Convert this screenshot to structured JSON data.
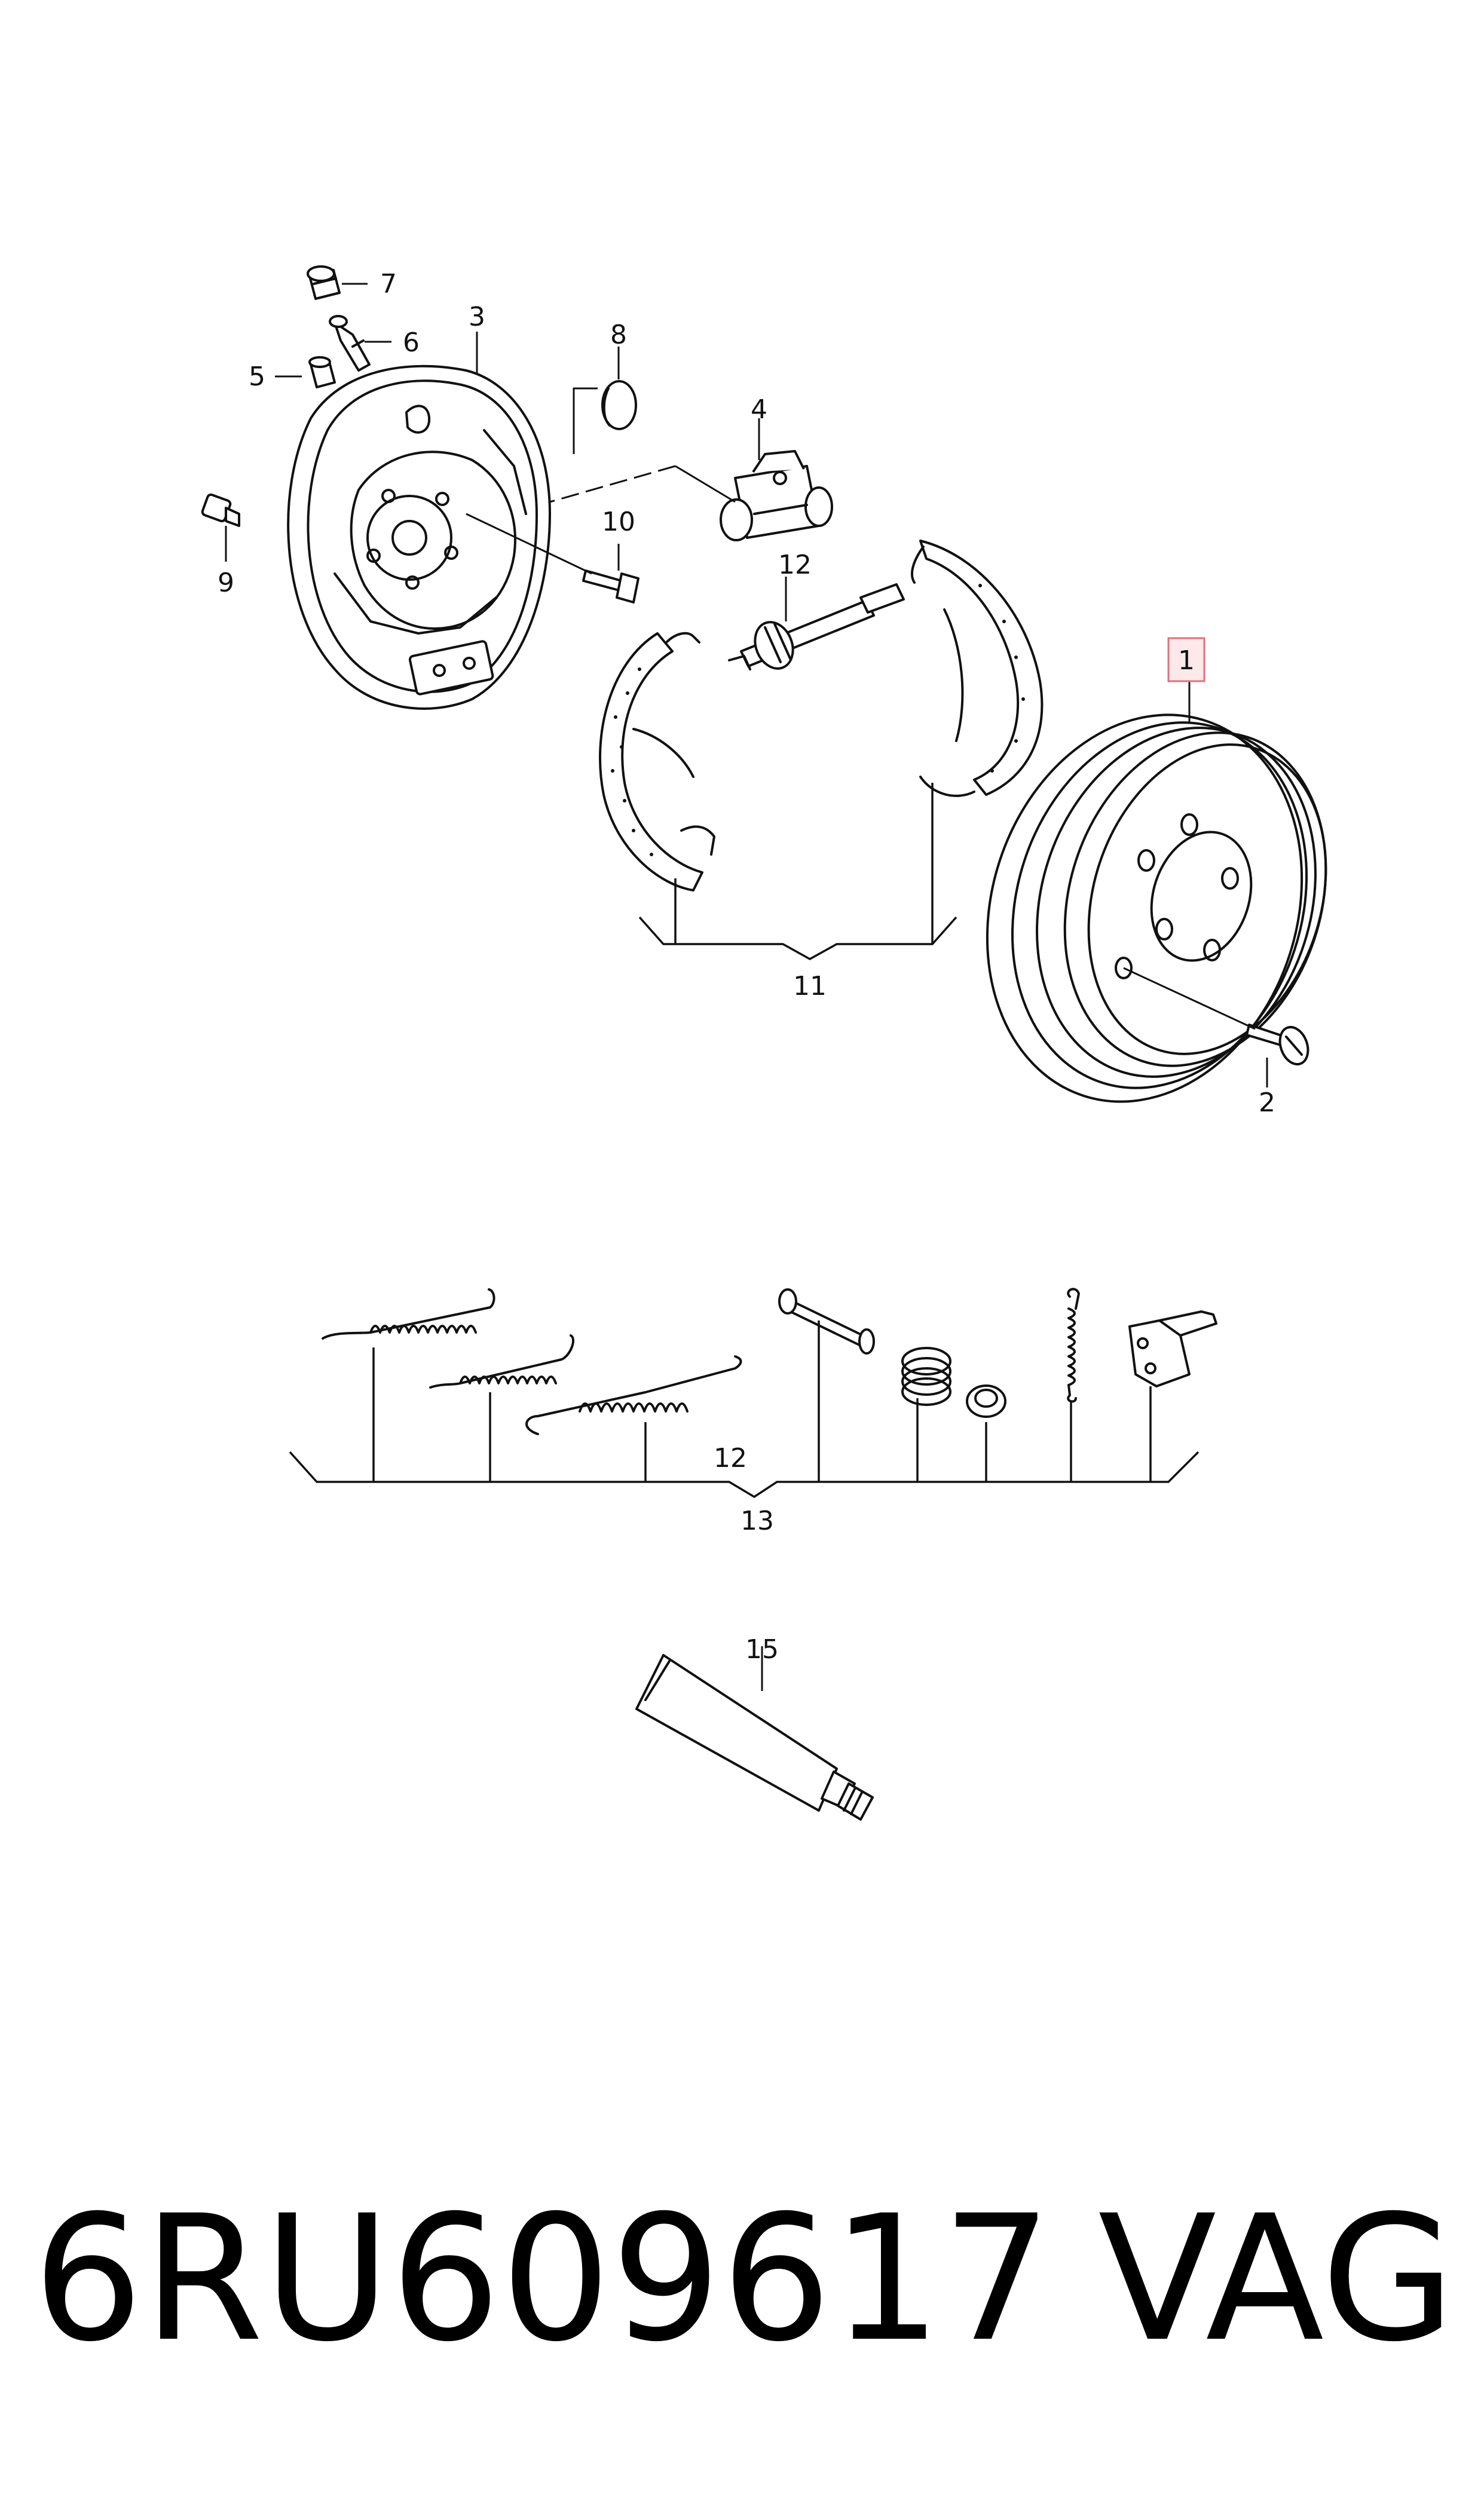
{
  "callouts": {
    "c1": "1",
    "c2": "2",
    "c3": "3",
    "c4": "4",
    "c5": "5",
    "c6": "6",
    "c7": "7",
    "c8": "8",
    "c9": "9",
    "c10": "10",
    "c11": "11",
    "c12a": "12",
    "c12b": "12",
    "c13": "13",
    "c15": "15"
  },
  "footer": {
    "part_number": "6RU609617",
    "brand": "VAG"
  },
  "colors": {
    "line": "#111111",
    "highlight_fill": "#fde8ea",
    "highlight_border": "#e0707c"
  }
}
